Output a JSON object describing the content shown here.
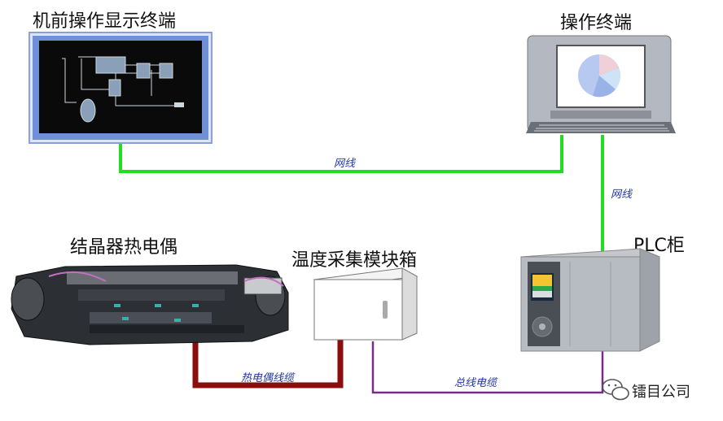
{
  "labels": {
    "operator_screen": "机前操作显示终端",
    "operation_terminal": "操作终端",
    "thermocouple": "结晶器热电偶",
    "temp_module_box": "温度采集模块箱",
    "plc_cabinet": "PLC柜"
  },
  "wires": {
    "network_horizontal": "网线",
    "network_vertical": "网线",
    "thermocouple_cable": "热电偶线缆",
    "bus_cable": "总线电缆"
  },
  "watermark": "镭目公司",
  "colors": {
    "network": "#22dd22",
    "thermocouple_cable": "#8b0d0d",
    "bus_cable": "#7a2a8a",
    "screen_frame": "#6f8fd6",
    "screen_bg": "#0a0a0a"
  }
}
